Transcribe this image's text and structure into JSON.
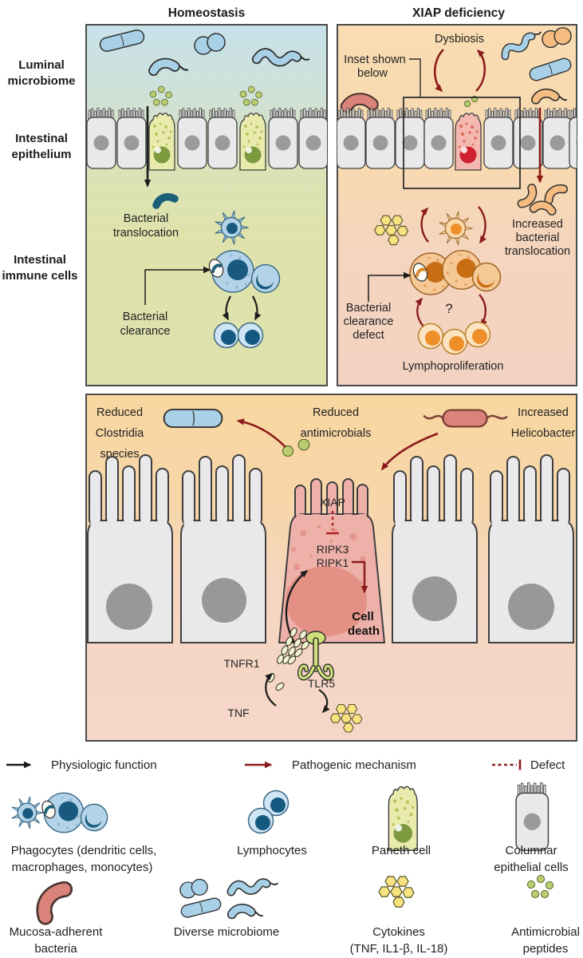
{
  "figure": {
    "panel_left_title": "Homeostasis",
    "panel_right_title": "XIAP deficiency"
  },
  "side_labels": {
    "luminal": [
      "Luminal",
      "microbiome"
    ],
    "epithelium": [
      "Intestinal",
      "epithelium"
    ],
    "immune": [
      "Intestinal",
      "immune cells"
    ]
  },
  "homeostasis": {
    "bacterial_translocation": [
      "Bacterial",
      "translocation"
    ],
    "bacterial_clearance": [
      "Bacterial",
      "clearance"
    ]
  },
  "xiap_panel": {
    "dysbiosis": "Dysbiosis",
    "inset_note": [
      "Inset shown",
      "below"
    ],
    "increased_translocation": [
      "Increased",
      "bacterial",
      "translocation"
    ],
    "clearance_defect": [
      "Bacterial",
      "clearance",
      "defect"
    ],
    "question_mark": "?",
    "lymphoproliferation": "Lymphoproliferation"
  },
  "inset": {
    "reduced_clostridia": [
      "Reduced",
      "Clostridia",
      "species"
    ],
    "reduced_antimicrobials": [
      "Reduced",
      "antimicrobials"
    ],
    "increased_helicobacter": [
      "Increased",
      "Helicobacter"
    ],
    "xiap": "XIAP",
    "ripk3": "RIPK3",
    "ripk1": "RIPK1",
    "cell_death": [
      "Cell",
      "death"
    ],
    "tnfr1": "TNFR1",
    "tlr5": "TLR5",
    "tnf": "TNF"
  },
  "legend": {
    "arrow_items": [
      {
        "label": "Physiologic function",
        "color": "#1c1c1c",
        "style": "solid-arrow"
      },
      {
        "label": "Pathogenic mechanism",
        "color": "#8c1b1b",
        "style": "solid-arrow"
      },
      {
        "label": "Defect",
        "color": "#8c1b1b",
        "style": "dashed-tbar"
      }
    ],
    "cell_items": [
      {
        "label1": "Phagocytes (dendritic cells,",
        "label2": "macrophages, monocytes)"
      },
      {
        "label1": "Lymphocytes",
        "label2": ""
      },
      {
        "label1": "Paneth cell",
        "label2": ""
      },
      {
        "label1": "Columnar",
        "label2": "epithelial cells"
      }
    ],
    "molecule_items": [
      {
        "label1": "Mucosa-adherent",
        "label2": "bacteria"
      },
      {
        "label1": "Diverse microbiome",
        "label2": ""
      },
      {
        "label1": "Cytokines",
        "label2": "(TNF, IL1-β, IL-18)"
      },
      {
        "label1": "Antimicrobial",
        "label2": "peptides"
      }
    ]
  },
  "colors": {
    "physiologic_arrow": "#1c1c1c",
    "pathogenic_arrow": "#8c1b1b",
    "defect_dash": "#b02626",
    "blue_bacteria": "#a8d1e7",
    "orange_bacteria": "#f4bc80",
    "red_bacteria": "#d9837b",
    "cytokine_yellow": "#f9e380",
    "peptide_green": "#bace71",
    "paneth_yellow": "#e9ebad",
    "paneth_red": "#f3b9b1",
    "immune_blue": "#b3d3e8",
    "immune_orange": "#f6c896"
  }
}
